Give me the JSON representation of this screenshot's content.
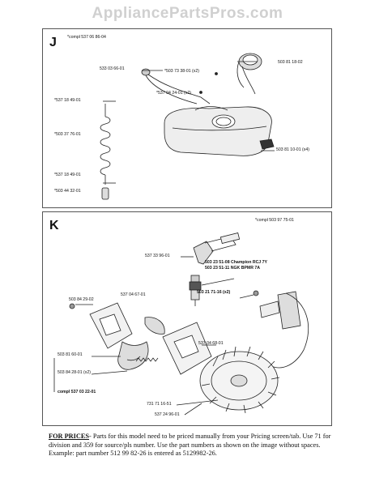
{
  "watermark": "AppliancePartsPros.com",
  "section_j": {
    "letter": "J",
    "compl_label": "*compl 537 06 86-04",
    "parts": {
      "p1": "533 03 66-01",
      "p2": "*503 73 38-01 (x2)",
      "p3": "503 81 18-02",
      "p4": "*537 04 24-01 (x2)",
      "p5": "*537 18 49-01",
      "p6": "*503 37 76-01",
      "p7": "*537 18 49-01",
      "p8": "503 81 10-01 (x4)",
      "p9": "*503 44 32-01"
    }
  },
  "section_k": {
    "letter": "K",
    "compl_label": "*compl 503 97 75-01",
    "parts": {
      "k1": "537 33 96-01",
      "k2": "503 23 51-08 Champion RCJ 7Y",
      "k3": "503 23 51-11 NGK BPMR 7A",
      "k4": "503 84 29-02",
      "k5": "537 04 67-01",
      "k6": "503 21 71-16 (x2)",
      "k7": "503 81 60-01",
      "k8": "503 84 28-01 (x2)",
      "k9": "537 04 68-01",
      "k10": "compl 537 03 22-01",
      "k11": "731 71 16-51",
      "k12": "537 24 96-01"
    }
  },
  "footer": {
    "heading": "FOR PRICES",
    "text": "- Parts for this model need to be priced manually from your Pricing screen/tab. Use 71 for division and 359 for source/pls number.  Use the part numbers as shown on the image without spaces.  Example: part number 512 99 82-26 is entered as 5129982-26."
  }
}
